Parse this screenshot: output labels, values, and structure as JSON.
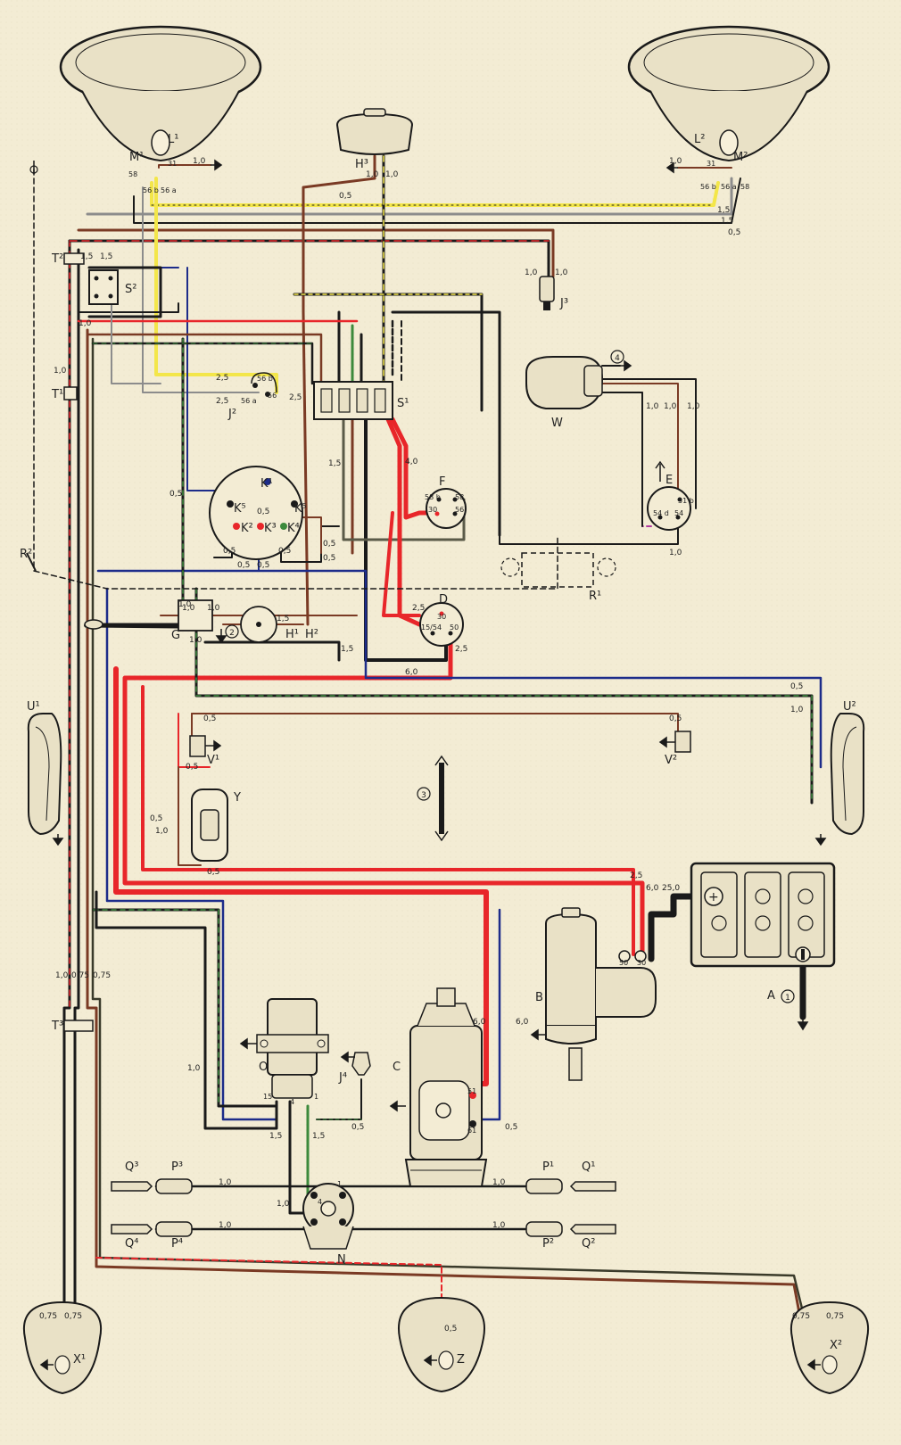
{
  "colors": {
    "paper": "#f3ecd4",
    "black": "#1a1a1a",
    "red": "#e8262a",
    "brown": "#7a3a24",
    "yellow": "#f3e64a",
    "green": "#3c8a3c",
    "blue": "#1d2c8a",
    "grey": "#8c8c8c",
    "violet": "#b03aa0",
    "component_fill": "#e9e1c6"
  },
  "labels": {
    "L1": "L¹",
    "L2": "L²",
    "M1": "M¹",
    "M2": "M²",
    "H3": "H³",
    "T2": "T²",
    "T1": "T¹",
    "T3": "T³",
    "S2": "S²",
    "S1": "S¹",
    "J2": "J²",
    "J3": "J³",
    "J4": "J⁴",
    "W": "W",
    "E": "E",
    "F": "F",
    "K1": "K¹",
    "K5a": "K⁵",
    "K5b": "K⁵",
    "K2": "K²",
    "K3": "K³",
    "K4": "K⁴",
    "R2": "R²",
    "R1": "R¹",
    "G": "G",
    "H1": "H¹",
    "H2": "H²",
    "D": "D",
    "U1": "U¹",
    "U2": "U²",
    "V1": "V¹",
    "V2": "V²",
    "Y": "Y",
    "A": "A",
    "B": "B",
    "C": "C",
    "O": "O",
    "N": "N",
    "P1": "P¹",
    "P2": "P²",
    "P3": "P³",
    "P4": "P⁴",
    "Q1": "Q¹",
    "Q2": "Q²",
    "Q3": "Q³",
    "Q4": "Q⁴",
    "X1": "X¹",
    "X2": "X²",
    "Z": "Z"
  },
  "circled": {
    "c1": "1",
    "c2": "2",
    "c3": "3",
    "c4": "4"
  },
  "terminals": {
    "t31a": "31",
    "t58a": "58",
    "t56ba": "56 b",
    "t56aa": "56 a",
    "t31b": "31",
    "t56bb": "56 b",
    "t56ab": "56 a",
    "t58b": "58",
    "j2_56b": "56 b",
    "j2_56": "56",
    "j2_56a": "56 a",
    "f58b": "58 b",
    "f58": "58",
    "f30": "30",
    "f56": "56",
    "e31b": "31 b",
    "e54d": "54 d",
    "e54": "54",
    "d30": "30",
    "d1554": "15/54",
    "d50": "50",
    "b50": "50",
    "b30": "30",
    "c51": "51",
    "c61": "61",
    "o15": "15",
    "o4": "4",
    "o1": "1",
    "n1": "1",
    "n4": "4"
  },
  "wire_sizes": {
    "s1": "1,0",
    "s2": "1,0",
    "s3": "1,0",
    "s4": "1,0",
    "s5": "0,5",
    "s6": "1,5",
    "s7": "1,5",
    "s8": "0,5",
    "s9": "1,5",
    "s10": "1,5",
    "s11": "1,0",
    "s12": "1,0",
    "s13": "1,0",
    "s14": "1,0",
    "s15": "2,5",
    "s16": "2,5",
    "s17": "2,5",
    "s18": "1,0",
    "s19": "1,0",
    "s20": "1,0",
    "s21": "1,0",
    "s22": "1,5",
    "s23": "4,0",
    "s24": "1,0",
    "s25": "0,5",
    "s26": "0,5",
    "s27": "0,5",
    "s28": "0,5",
    "s29": "0,5",
    "s30": "0,5",
    "s31": "0,5",
    "s32": "0,5",
    "s33": "1,0",
    "s34": "1,0",
    "s35": "1,0",
    "s36": "1,5",
    "s37": "1,5",
    "s38": "2,5",
    "s39": "6,0",
    "s40": "2,5",
    "s41": "0,5",
    "s42": "1,0",
    "s43": "0,5",
    "s44": "0,5",
    "s45": "0,5",
    "s46": "0,5",
    "s47": "1,0",
    "s48": "0,5",
    "s49": "2,5",
    "s50": "6,0",
    "s51": "25,0",
    "s52": "6,0",
    "s53": "6,0",
    "s54": "0,5",
    "s55": "1,5",
    "s56": "1,5",
    "s57": "0,5",
    "s58": "1,0",
    "s59": "1,0",
    "s60": "1,0",
    "s61": "1,0",
    "s62": "1,0",
    "s63": "1,0",
    "s64": "1,0",
    "s65": "0,75",
    "s66": "0,75",
    "s67": "0,75",
    "s68": "0,75",
    "s69": "0,75",
    "s70": "0,75",
    "s71": "0,5"
  }
}
